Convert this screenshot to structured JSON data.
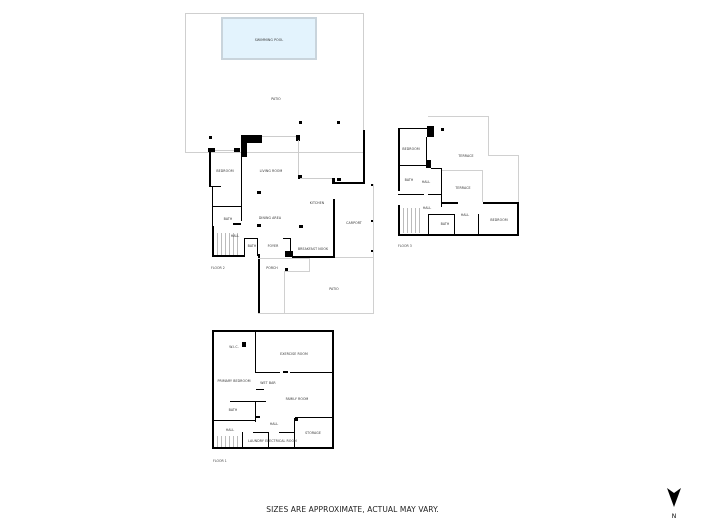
{
  "plans": {
    "main_floor": {
      "floor_label": "FLOOR 2",
      "rooms": {
        "swimming_pool": "SWIMMING POOL",
        "patio_top": "PATIO",
        "bedroom": "BEDROOM",
        "living_room": "LIVING ROOM",
        "kitchen": "KITCHEN",
        "dining_area": "DINING AREA",
        "bath_left": "BATH",
        "hall": "HALL",
        "bath_center": "BATH",
        "foyer": "FOYER",
        "breakfast_nook": "BREAKFAST NOOK",
        "carport": "CARPORT",
        "porch": "PORCH",
        "patio_bottom": "PATIO"
      }
    },
    "upper_floor": {
      "floor_label": "FLOOR 3",
      "rooms": {
        "bedroom_left": "BEDROOM",
        "terrace_top": "TERRACE",
        "terrace_mid": "TERRACE",
        "bath_left": "BATH",
        "hall_left": "HALL",
        "hall_mid": "HALL",
        "hall_right": "HALL",
        "bath_bottom": "BATH",
        "bedroom_right": "BEDROOM"
      }
    },
    "lower_floor": {
      "floor_label": "FLOOR 1",
      "rooms": {
        "wic": "W.I.C.",
        "exercise_room": "EXERCISE ROOM",
        "primary_bedroom": "PRIMARY BEDROOM",
        "wet_bar": "WET BAR",
        "family_room": "FAMILY ROOM",
        "bath": "BATH",
        "hall_left": "HALL",
        "hall_center": "HALL",
        "laundry": "LAUNDRY",
        "electrical_room": "ELECTRICAL ROOM",
        "storage": "STORAGE"
      }
    }
  },
  "footer": {
    "disclaimer": "SIZES ARE APPROXIMATE, ACTUAL MAY VARY."
  },
  "compass": {
    "direction_label": "N"
  },
  "colors": {
    "wall": "#000000",
    "outline": "#cfcfcf",
    "pool_fill": "#e3f3fd",
    "pool_border": "#c9d4dc"
  }
}
